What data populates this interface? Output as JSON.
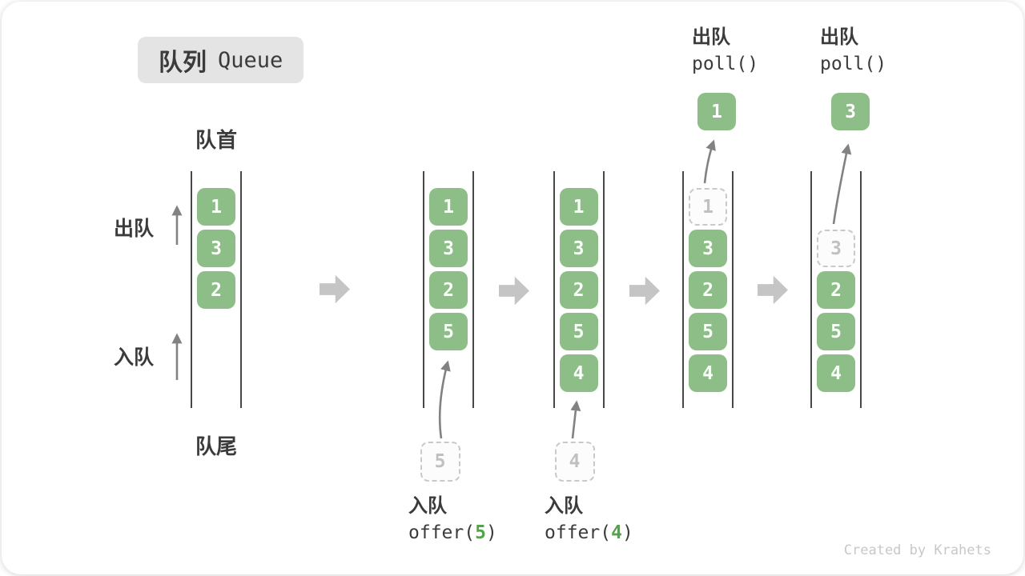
{
  "title": {
    "cn": "队列",
    "en": "Queue"
  },
  "labels": {
    "front": "队首",
    "rear": "队尾",
    "dequeue": "出队",
    "enqueue": "入队"
  },
  "watermark": "Created by Krahets",
  "colors": {
    "box_green": "#8DBE88",
    "arg_green": "#55A14E",
    "text_dark": "#3B3B3B",
    "queue_line": "#474747",
    "thin_arrow": "#828282",
    "block_arrow": "#C5C5C5",
    "dashed_border": "#C9C9C9",
    "dashed_text": "#C0C0C0",
    "badge_bg": "#E4E4E4",
    "watermark_gray": "#C8C8C8"
  },
  "queues": [
    {
      "slots": [
        {
          "value": "1",
          "style": "solid"
        },
        {
          "value": "3",
          "style": "solid"
        },
        {
          "value": "2",
          "style": "solid"
        }
      ]
    },
    {
      "slots": [
        {
          "value": "1",
          "style": "solid"
        },
        {
          "value": "3",
          "style": "solid"
        },
        {
          "value": "2",
          "style": "solid"
        },
        {
          "value": "5",
          "style": "solid"
        }
      ],
      "enqueue": {
        "label": "入队",
        "code_pre": "offer(",
        "arg": "5",
        "code_post": ")",
        "pending": "5"
      }
    },
    {
      "slots": [
        {
          "value": "1",
          "style": "solid"
        },
        {
          "value": "3",
          "style": "solid"
        },
        {
          "value": "2",
          "style": "solid"
        },
        {
          "value": "5",
          "style": "solid"
        },
        {
          "value": "4",
          "style": "solid"
        }
      ],
      "enqueue": {
        "label": "入队",
        "code_pre": "offer(",
        "arg": "4",
        "code_post": ")",
        "pending": "4"
      }
    },
    {
      "slots": [
        {
          "value": "1",
          "style": "dashed"
        },
        {
          "value": "3",
          "style": "solid"
        },
        {
          "value": "2",
          "style": "solid"
        },
        {
          "value": "5",
          "style": "solid"
        },
        {
          "value": "4",
          "style": "solid"
        }
      ],
      "dequeue": {
        "label": "出队",
        "code": "poll()",
        "out": "1"
      }
    },
    {
      "slots": [
        null,
        {
          "value": "3",
          "style": "dashed"
        },
        {
          "value": "2",
          "style": "solid"
        },
        {
          "value": "5",
          "style": "solid"
        },
        {
          "value": "4",
          "style": "solid"
        }
      ],
      "dequeue": {
        "label": "出队",
        "code": "poll()",
        "out": "3"
      }
    }
  ]
}
